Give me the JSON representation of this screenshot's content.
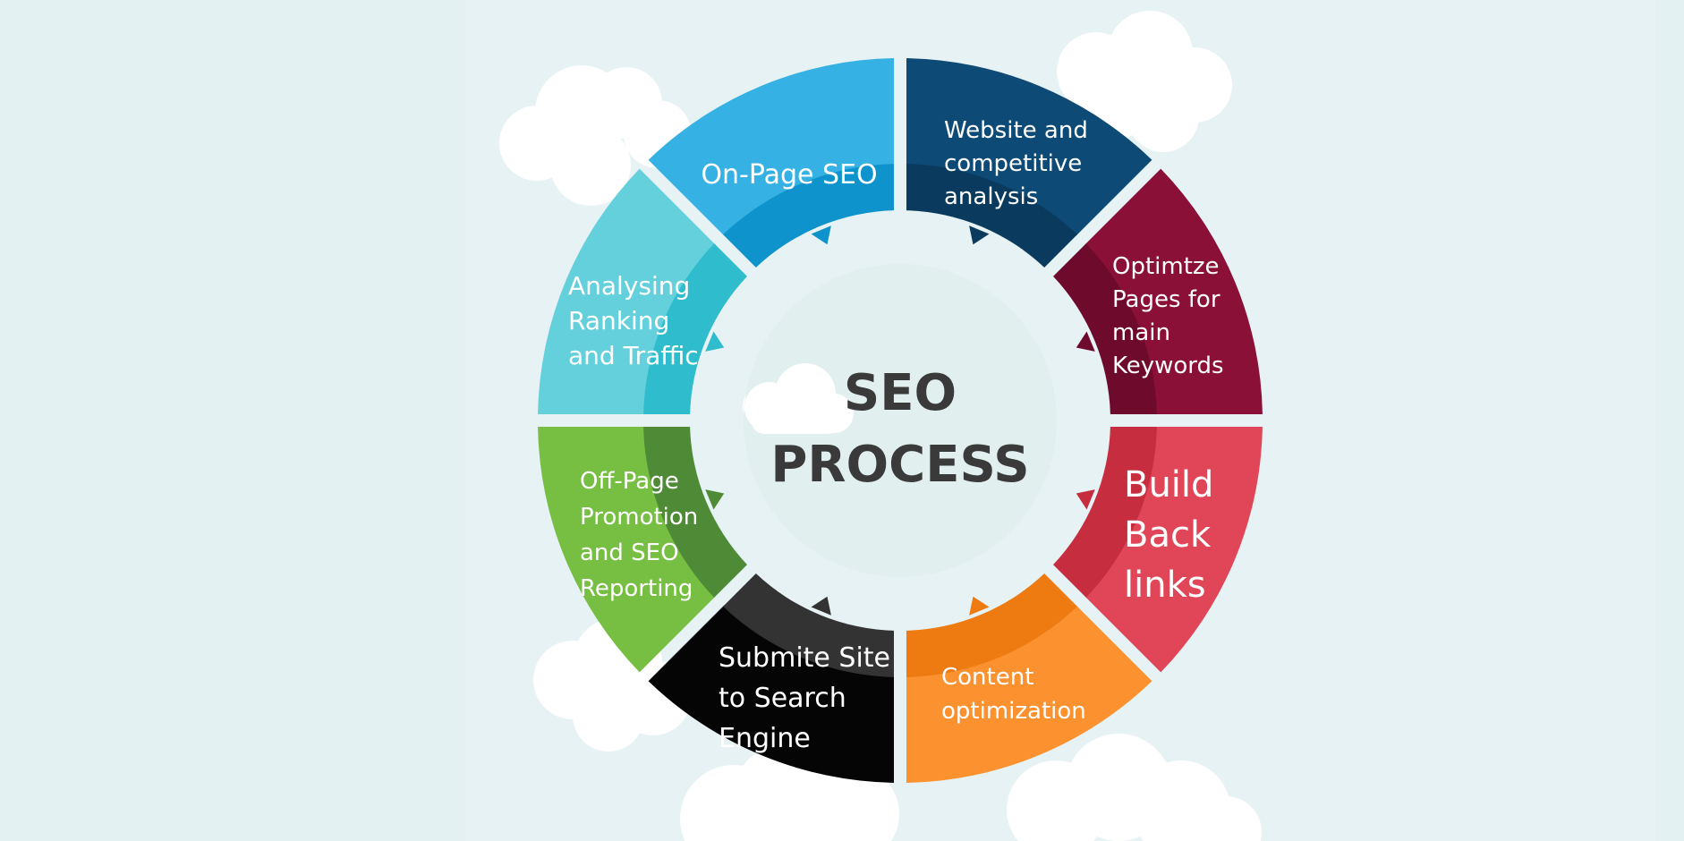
{
  "center": {
    "line1": "SEO",
    "line2": "PROCESS"
  },
  "segments": [
    {
      "id": "on-page-seo",
      "lines": [
        "On-Page SEO"
      ],
      "color": "#0e4a76",
      "inner": "#0a3a5e"
    },
    {
      "id": "website-analysis",
      "lines": [
        "Website and",
        "competitive",
        "analysis"
      ],
      "color": "#8a1038",
      "inner": "#6e0a2b"
    },
    {
      "id": "optimize-pages",
      "lines": [
        "Optimtze",
        "Pages for",
        "main",
        "Keywords"
      ],
      "color": "#e04657",
      "inner": "#c62d3e"
    },
    {
      "id": "build-back-links",
      "lines": [
        "Build",
        "Back",
        "links"
      ],
      "color": "#fb922f",
      "inner": "#ee7a12"
    },
    {
      "id": "content-optimization",
      "lines": [
        "Content",
        "optimization"
      ],
      "color": "#050505",
      "inner": "#333333"
    },
    {
      "id": "submit-site",
      "lines": [
        "Submite Site",
        "to Search",
        "Engine"
      ],
      "color": "#76bf43",
      "inner": "#4f8a36"
    },
    {
      "id": "off-page-promotion",
      "lines": [
        "Off-Page",
        "Promotion",
        "and SEO",
        "Reporting"
      ],
      "color": "#63d0dc",
      "inner": "#2fbccc"
    },
    {
      "id": "analysing-ranking",
      "lines": [
        "Analysing",
        "Ranking",
        "and Traffic"
      ],
      "color": "#35b2e3",
      "inner": "#0e93cc"
    }
  ]
}
